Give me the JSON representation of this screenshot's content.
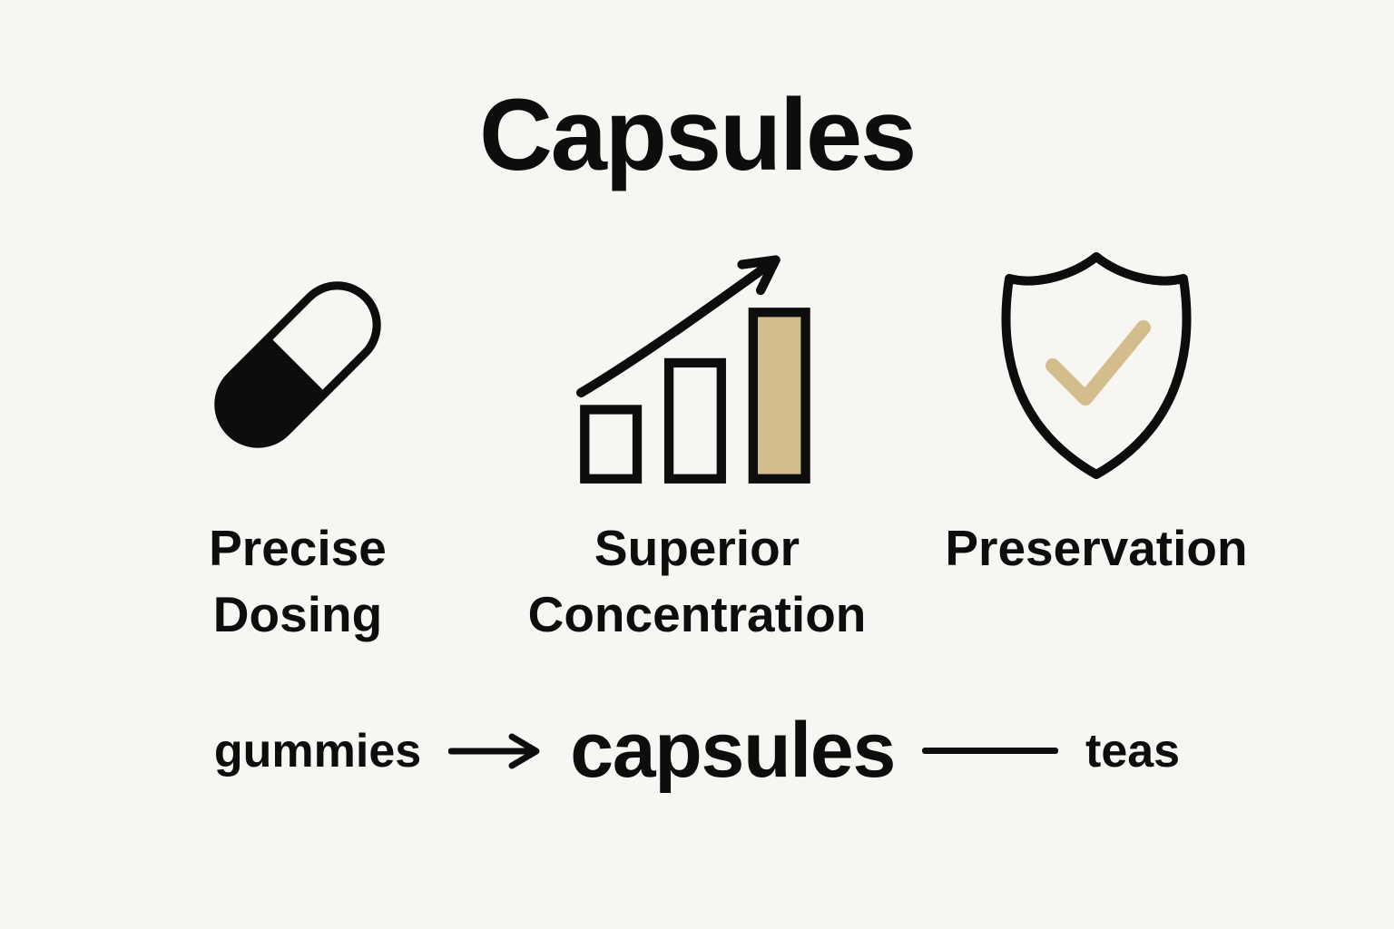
{
  "page": {
    "title": "Capsules"
  },
  "colors": {
    "background": "#f8f6f3",
    "ink": "#0d0d0d",
    "accent": "#d3bd8c"
  },
  "features": [
    {
      "icon": "capsule-icon",
      "lines": [
        "Precise",
        "Dosing"
      ]
    },
    {
      "icon": "growth-chart-icon",
      "lines": [
        "Superior",
        "Concentration"
      ]
    },
    {
      "icon": "shield-check-icon",
      "lines": [
        "Preservation"
      ]
    }
  ],
  "flow": {
    "from": "gummies",
    "highlight": "capsules",
    "to": "teas"
  }
}
